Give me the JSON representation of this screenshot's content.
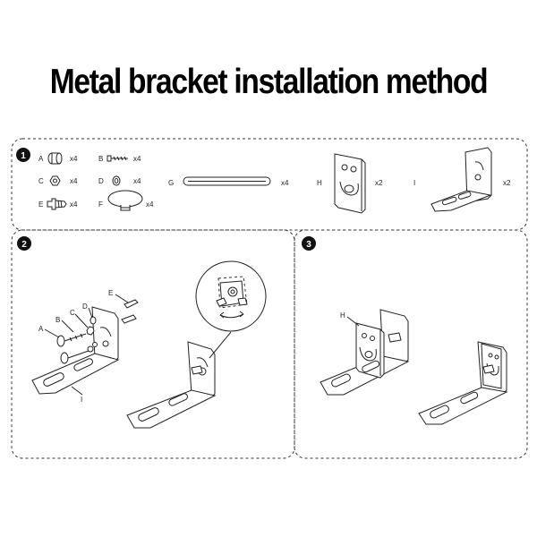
{
  "title": "Metal bracket installation method",
  "steps": {
    "step1": {
      "number": "1"
    },
    "step2": {
      "number": "2"
    },
    "step3": {
      "number": "3"
    }
  },
  "parts": [
    {
      "letter": "A",
      "qty": "x4",
      "icon": "cap-icon"
    },
    {
      "letter": "B",
      "qty": "x4",
      "icon": "screw-icon"
    },
    {
      "letter": "C",
      "qty": "x4",
      "icon": "nut-icon"
    },
    {
      "letter": "D",
      "qty": "x4",
      "icon": "washer-icon"
    },
    {
      "letter": "E",
      "qty": "x4",
      "icon": "wall-anchor-icon"
    },
    {
      "letter": "F",
      "qty": "x4",
      "icon": "rubber-foot-icon"
    },
    {
      "letter": "G",
      "qty": "x4",
      "icon": "strap-icon"
    },
    {
      "letter": "H",
      "qty": "x2",
      "icon": "plate-bracket-icon"
    },
    {
      "letter": "I",
      "qty": "x2",
      "icon": "l-bracket-icon"
    }
  ],
  "step2_labels": [
    "A",
    "B",
    "C",
    "D",
    "E",
    "I"
  ],
  "step3_labels": [
    "H"
  ]
}
